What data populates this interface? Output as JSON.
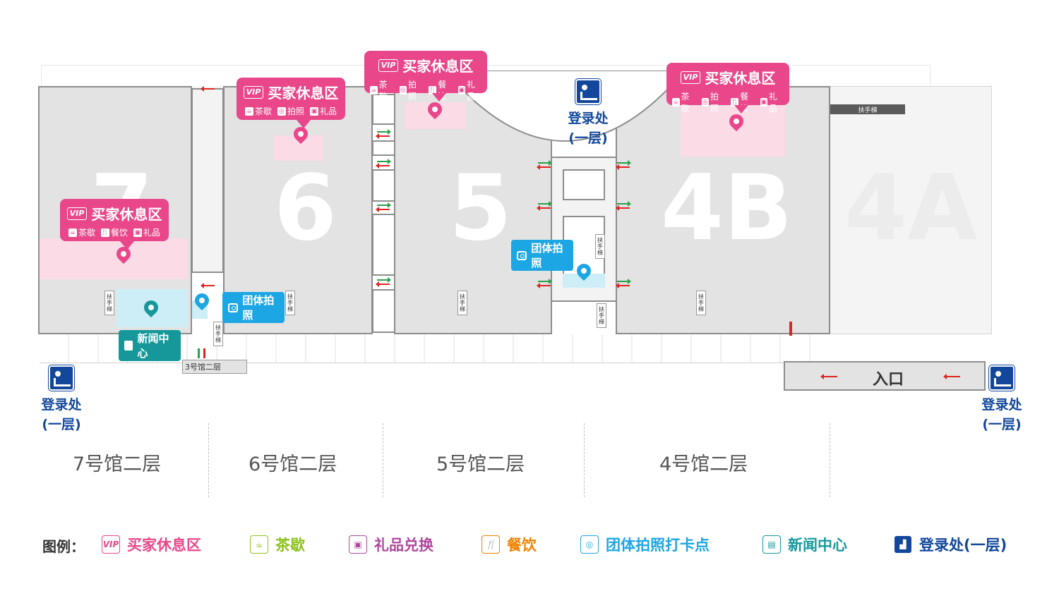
{
  "halls": [
    {
      "number": "7",
      "floor_label": "7号馆二层"
    },
    {
      "number": "6",
      "floor_label": "6号馆二层"
    },
    {
      "number": "5",
      "floor_label": "5号馆二层"
    },
    {
      "number": "4B",
      "floor_label": "4号馆二层"
    },
    {
      "number": "4A"
    }
  ],
  "vip_lounge": {
    "badge": "VIP",
    "title": "买家休息区",
    "feat_tea": "茶歇",
    "feat_photo": "拍照",
    "feat_food": "餐饮",
    "feat_gift": "礼品"
  },
  "photo_spot": "团体拍照",
  "news_center": "新闻中心",
  "escalator": "扶手梯",
  "hall3_link": "3号馆二层",
  "entrance": "入口",
  "registration": {
    "line1": "登录处",
    "line2": "(一层)"
  },
  "legend": {
    "title": "图例：",
    "vip": "买家休息区",
    "tea": "茶歇",
    "gift": "礼品兑换",
    "food": "餐饮",
    "photo": "团体拍照打卡点",
    "news": "新闻中心",
    "registration": "登录处(一层)"
  },
  "colors": {
    "vip": "#e9478a",
    "photo": "#1ca6e3",
    "news": "#16989b",
    "registration": "#12479b",
    "tea": "#8dc21f",
    "gift": "#b0479e",
    "food": "#f08200"
  }
}
